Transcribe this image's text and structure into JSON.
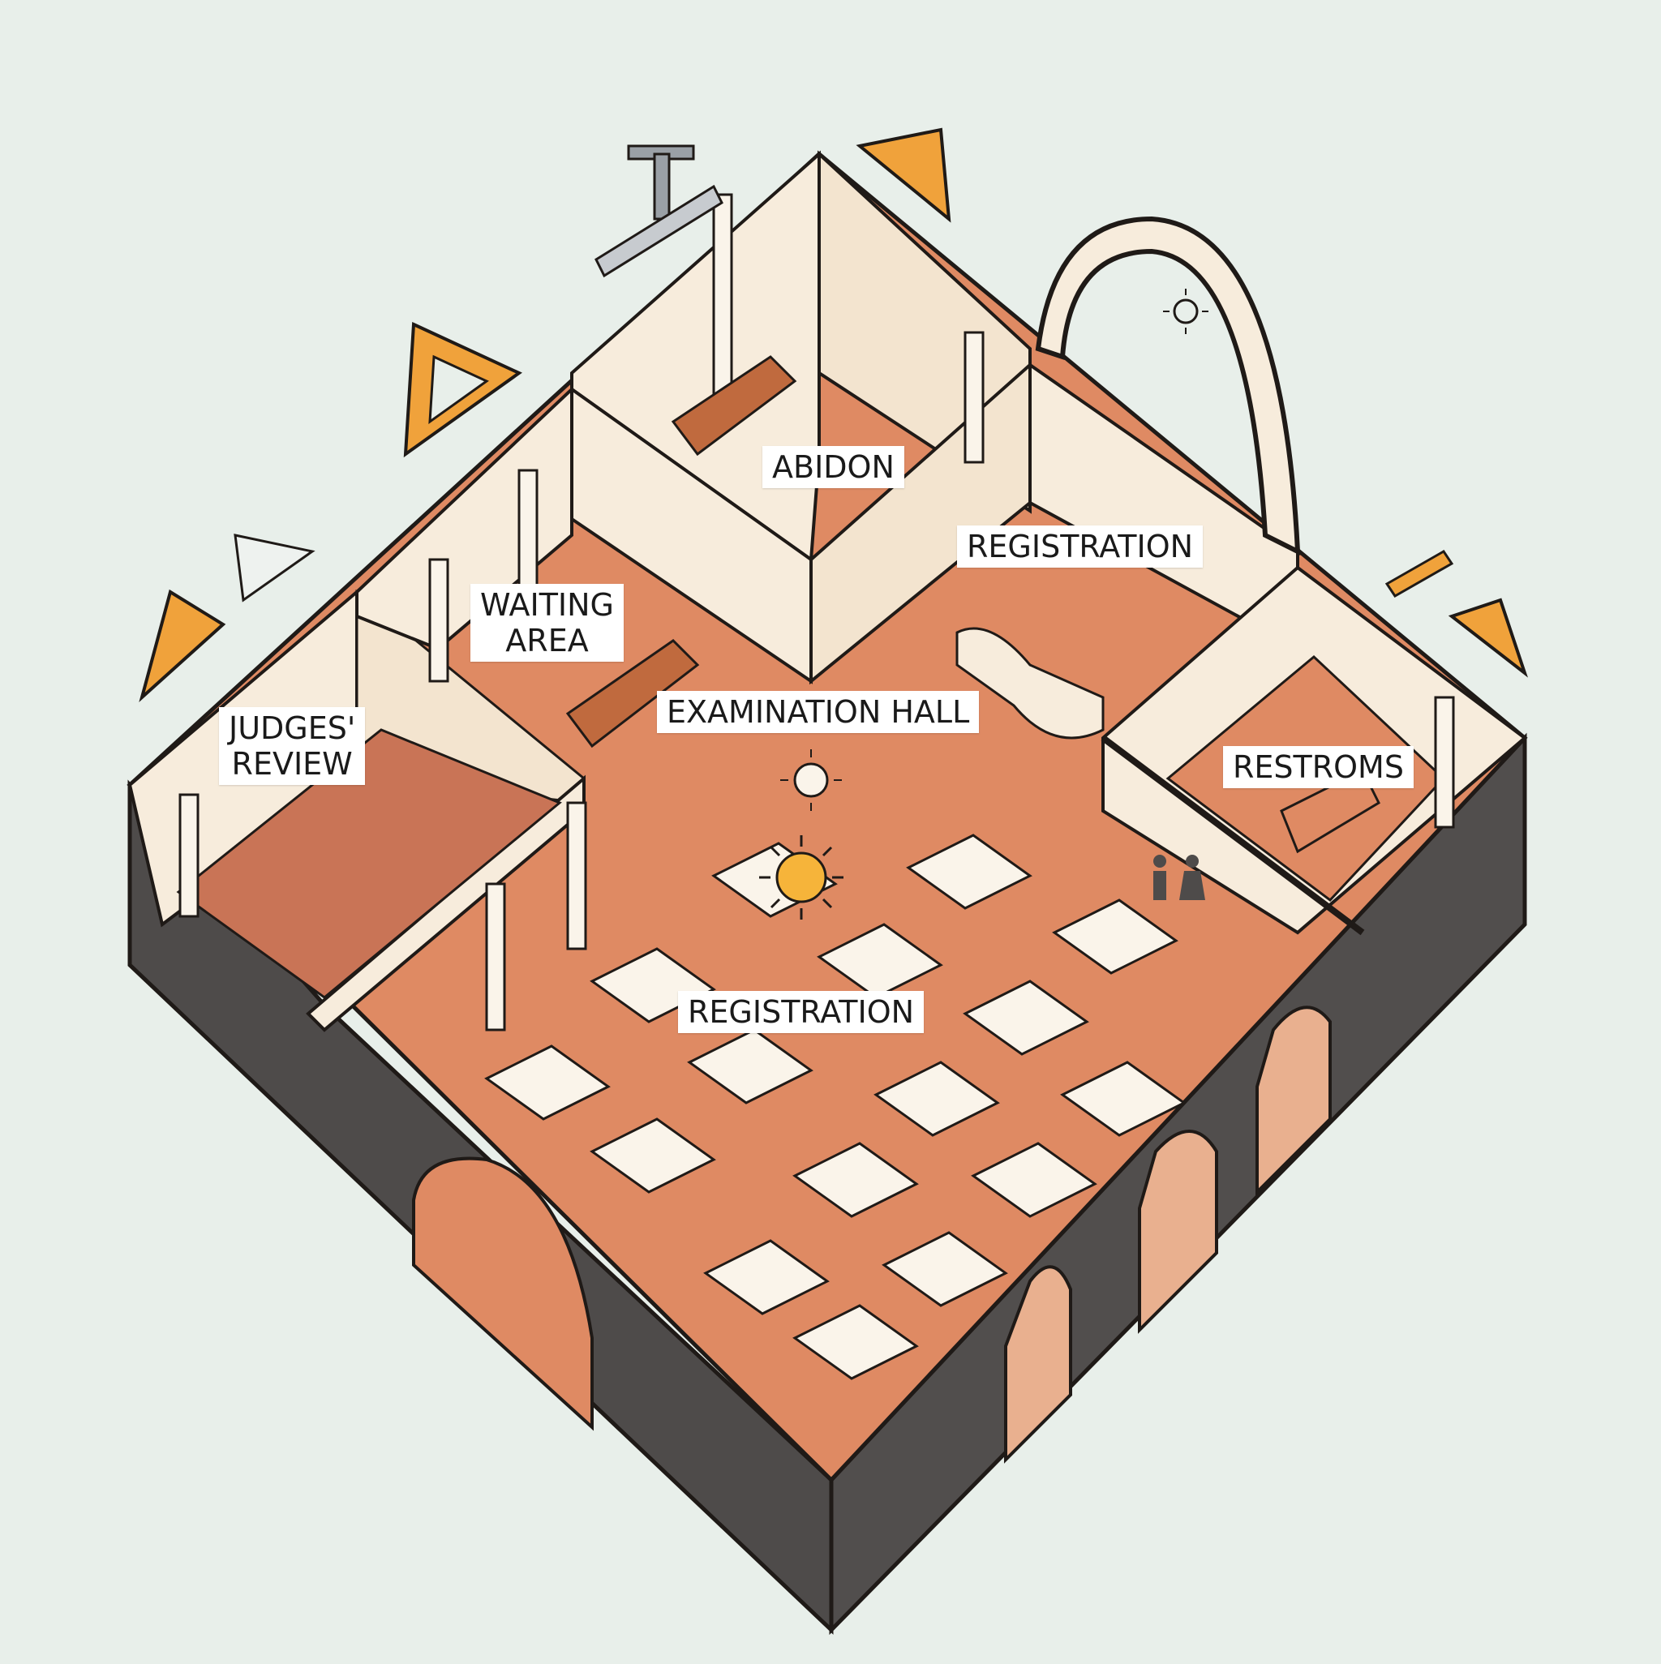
{
  "rooms": {
    "abidon": "ABIDON",
    "registration_top": "REGISTRATION",
    "waiting_area": "WAITING\nAREA",
    "examination_hall": "EXAMINATION HALL",
    "judges_review": "JUDGES'\nREVIEW",
    "restrooms": "RESTROMS",
    "registration_main": "REGISTRATION"
  },
  "colors": {
    "background": "#e8efea",
    "floor": "#df8a63",
    "floor_light": "#eaa57f",
    "wall_interior": "#f7ecdc",
    "wall_exterior": "#4e4b4a",
    "outline": "#1f1a17",
    "accent_orange": "#f0a23b",
    "tool_gray": "#9aa0a6",
    "sun": "#f6b43a"
  },
  "icons": [
    "set-square-icon",
    "t-square-icon",
    "pencil-icon",
    "sun-icon",
    "restroom-sign-icon",
    "pendant-lamp-icon"
  ]
}
